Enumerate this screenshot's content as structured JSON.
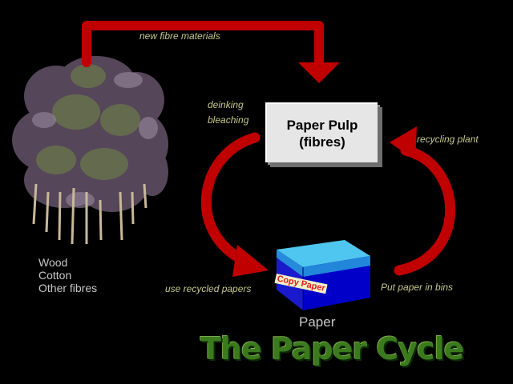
{
  "diagram": {
    "title": "The Paper Cycle",
    "pulp_box": {
      "line1": "Paper Pulp",
      "line2": "(fibres)"
    },
    "paper_caption": "Paper",
    "box_label": "Copy Paper",
    "sources": [
      "Wood",
      "Cotton",
      "Other fibres"
    ],
    "edges": {
      "new_fibre": "new fibre materials",
      "deinking": "deinking",
      "bleaching": "bleaching",
      "recycling_plant": "recycling plant",
      "use_recycled": "use recycled papers",
      "bins": "Put paper in bins"
    },
    "colors": {
      "background": "#000000",
      "arrow": "#c00000",
      "label": "#c4c88a",
      "title": "#3c7a1e",
      "box_top": "#4fc6f0",
      "box_front": "#0000c8"
    }
  }
}
